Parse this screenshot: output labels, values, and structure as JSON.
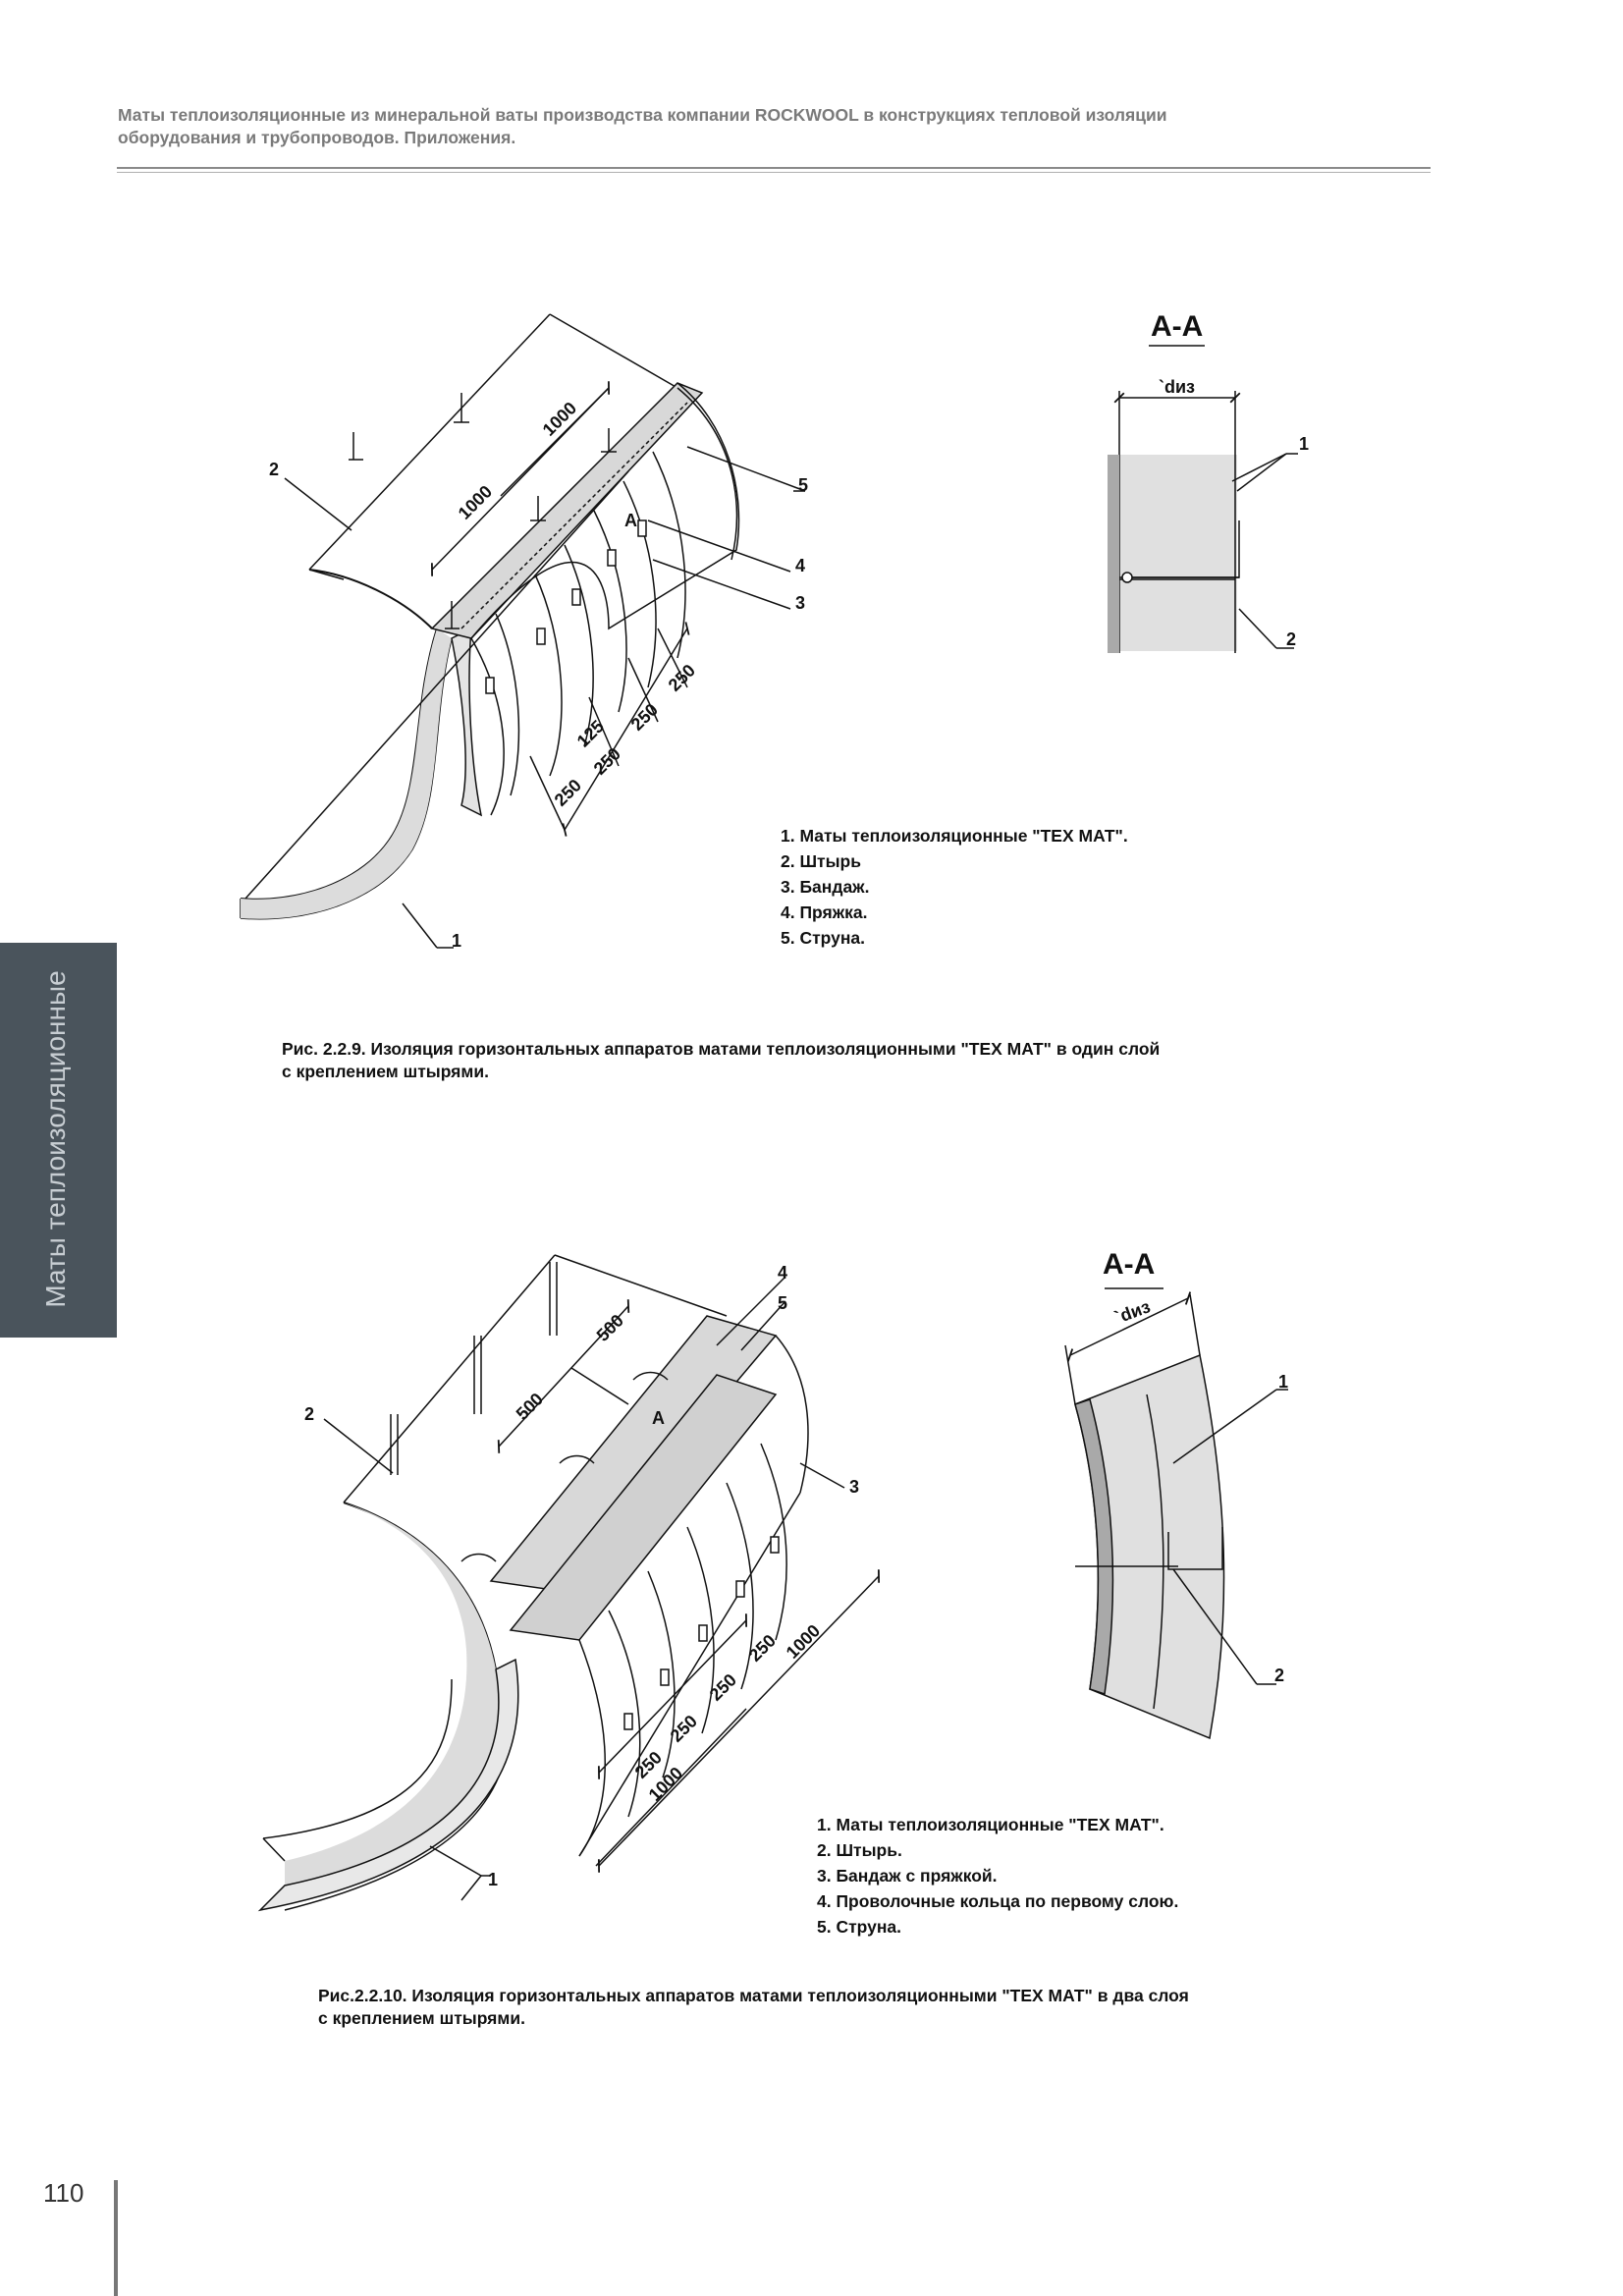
{
  "header": {
    "line1": "Маты теплоизоляционные из минеральной ваты производства компании ROCKWOOL в конструкциях тепловой изоляции",
    "line2": "оборудования и трубопроводов. Приложения."
  },
  "side_tab": "Маты теплоизоляционные",
  "page_number": "110",
  "figure1": {
    "section_title": "A-A",
    "section_dim": "`dиз",
    "callouts": [
      "1",
      "2",
      "3",
      "4",
      "5"
    ],
    "section_callouts": [
      "1",
      "2"
    ],
    "section_mark": "A",
    "dims": [
      "1000",
      "1000",
      "250",
      "250",
      "125",
      "250",
      "250"
    ],
    "legend": [
      "1. Маты теплоизоляционные \"ТЕХ МАТ\".",
      "2. Штырь",
      "3. Бандаж.",
      "4. Пряжка.",
      "5. Струна."
    ],
    "caption_line1": "Рис. 2.2.9.  Изоляция горизонтальных аппаратов матами теплоизоляционными \"ТЕХ МАТ\" в один слой",
    "caption_line2": "с креплением штырями."
  },
  "figure2": {
    "section_title": "A-A",
    "section_dim": "`dиз",
    "callouts": [
      "1",
      "2",
      "3",
      "4",
      "5"
    ],
    "section_callouts": [
      "1",
      "2"
    ],
    "section_mark": "A",
    "dims": [
      "500",
      "500",
      "250",
      "250",
      "250",
      "250",
      "1000",
      "1000"
    ],
    "legend": [
      "1. Маты теплоизоляционные \"ТЕХ МАТ\".",
      "2. Штырь.",
      "3. Бандаж с пряжкой.",
      "4. Проволочные кольца по первому слою.",
      "5. Струна."
    ],
    "caption_line1": "Рис.2.2.10.  Изоляция горизонтальных аппаратов матами теплоизоляционными \"ТЕХ МАТ\" в два слоя",
    "caption_line2": "с креплением штырями."
  }
}
